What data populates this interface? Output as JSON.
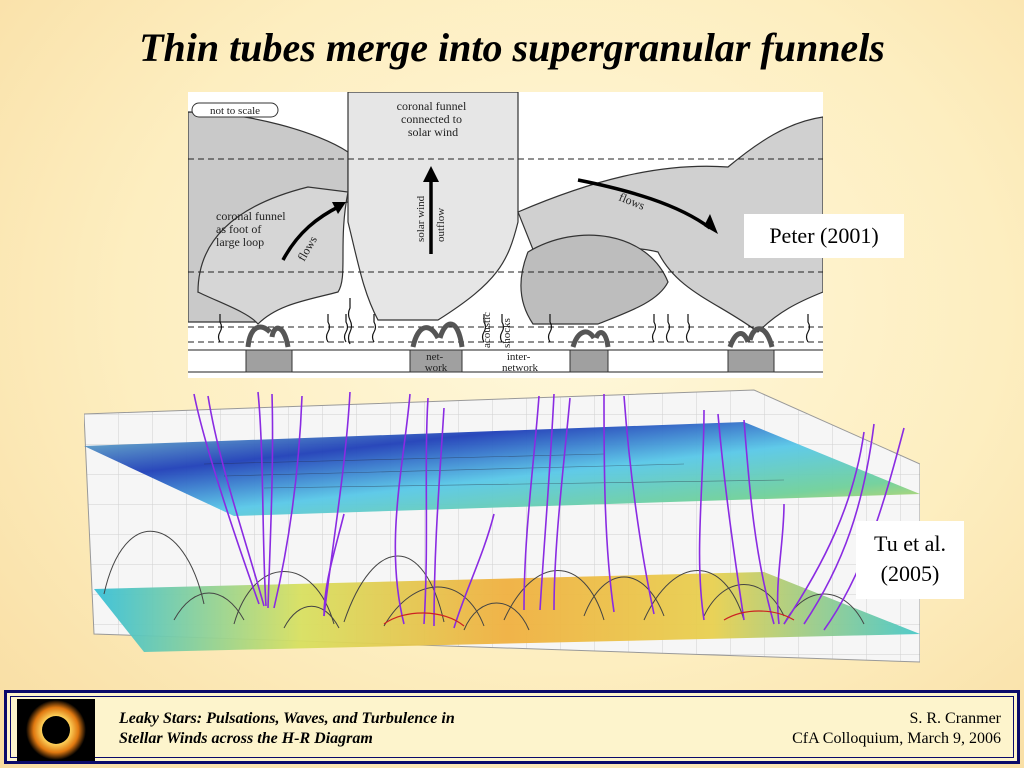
{
  "slide": {
    "title": "Thin tubes merge into supergranular funnels"
  },
  "diagram": {
    "note": "not to scale",
    "coronal_funnel_top": [
      "coronal funnel",
      "connected to",
      "solar wind"
    ],
    "coronal_funnel_foot": [
      "coronal funnel",
      "as foot of",
      "large loop"
    ],
    "flows_left": "flows",
    "flows_right": "flows",
    "solar_wind_outflow": [
      "solar wind",
      "outflow"
    ],
    "acoustic_shocks": [
      "acoustic",
      "shocks"
    ],
    "network": [
      "net-",
      "work"
    ],
    "internetwork": [
      "inter-",
      "network"
    ]
  },
  "labels": {
    "peter": "Peter (2001)",
    "tu_line1": "Tu et al.",
    "tu_line2": "(2005)"
  },
  "footer": {
    "talk_line1": "Leaky Stars:  Pulsations, Waves, and Turbulence in",
    "talk_line2": "Stellar Winds across the H-R Diagram",
    "author_line1": "S. R. Cranmer",
    "author_line2": "CfA Colloquium,  March 9, 2006"
  },
  "colors": {
    "footer_border": "#0a0a6a",
    "funnel_fill": "#c8c8c8",
    "field_line": "#8a2be2"
  }
}
